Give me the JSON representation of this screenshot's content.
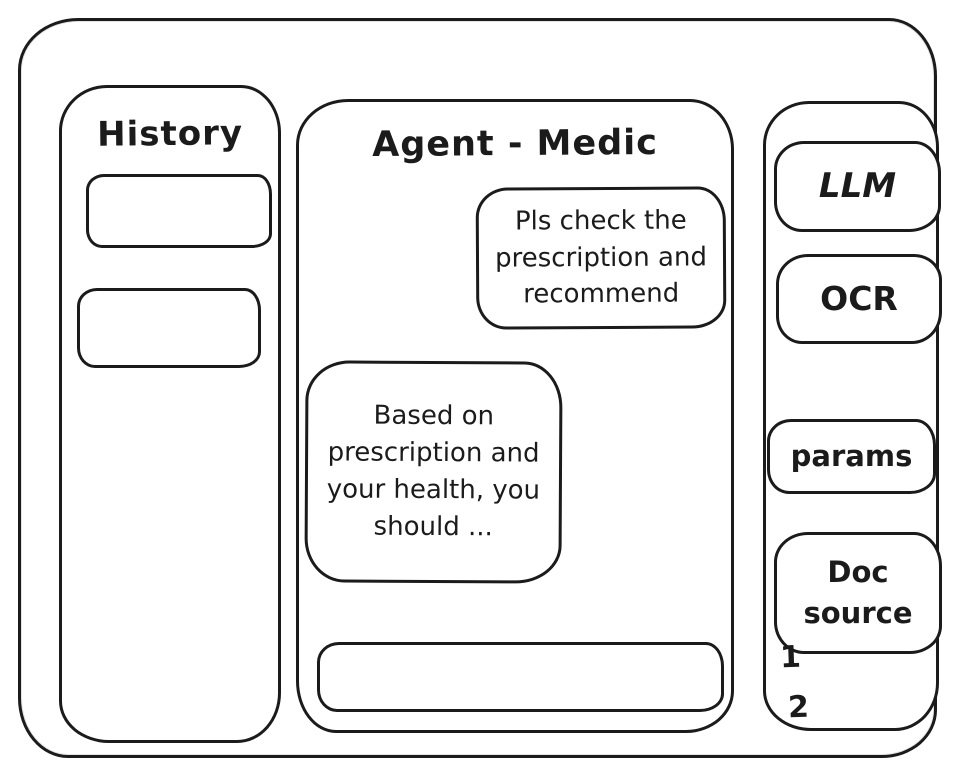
{
  "colors": {
    "ink": "#1b1b1b",
    "background": "#ffffff"
  },
  "history": {
    "title": "History",
    "items": [
      "",
      ""
    ]
  },
  "chat": {
    "title": "Agent - Medic",
    "messages": [
      {
        "role": "user",
        "text": "Pls check the prescription and recommend"
      },
      {
        "role": "assistant",
        "text": "Based on prescription and your health, you should ..."
      }
    ],
    "input": {
      "value": "",
      "placeholder": ""
    }
  },
  "tools": {
    "buttons": [
      {
        "label": "LLM"
      },
      {
        "label": "OCR"
      },
      {
        "label": "params"
      }
    ],
    "doc_source": {
      "label": "Doc source",
      "items": [
        "1",
        "2"
      ]
    }
  }
}
